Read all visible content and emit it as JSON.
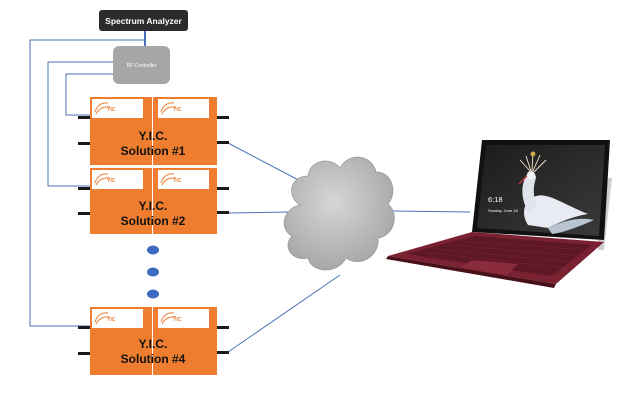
{
  "spectrum_analyzer": {
    "label": "Spectrum Analyzer"
  },
  "rf_controller": {
    "label": "RF Controller"
  },
  "solutions": [
    {
      "line1": "Y.I.C.",
      "line2": "Solution #1"
    },
    {
      "line1": "Y.I.C.",
      "line2": "Solution #2"
    },
    {
      "line1": "Y.I.C.",
      "line2": "Solution #4"
    }
  ],
  "logo": {
    "text": "YIC"
  },
  "laptop_screen": {
    "time": "6:18",
    "date": "Sunday, June 18"
  },
  "colors": {
    "solution_fill": "#ee7d2f",
    "analyzer_fill": "#2b2b2b",
    "controller_fill": "#a6a6a6",
    "cable": "#4a72b8",
    "cloud": "#b3b3b3",
    "dot": "#3d6bbf",
    "keyboard": "#7b2232"
  }
}
